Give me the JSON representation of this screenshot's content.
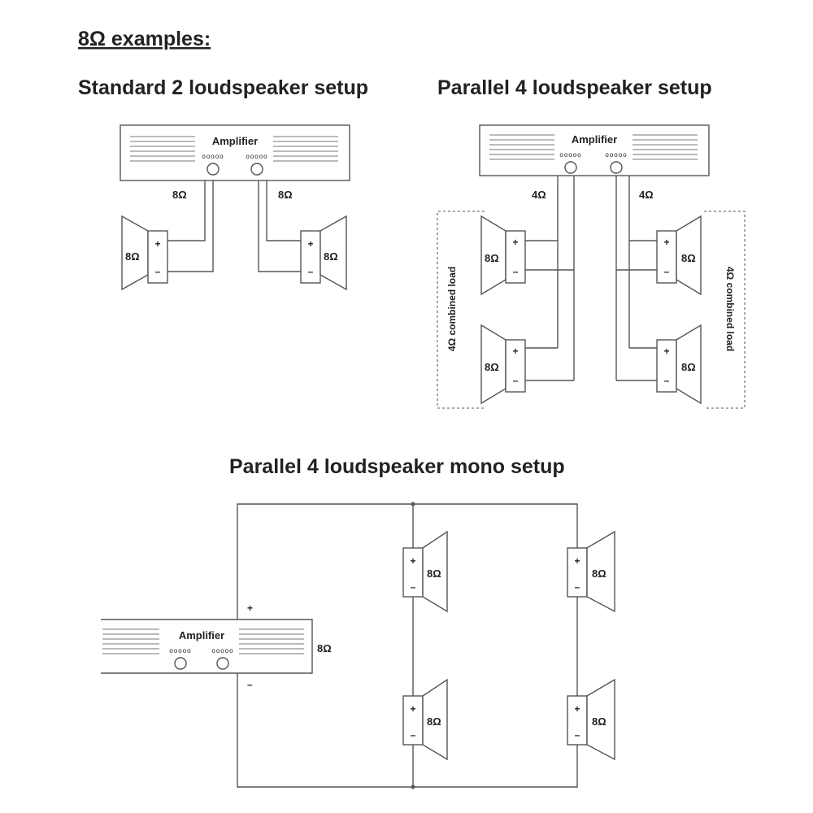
{
  "page_heading": "8Ω examples:",
  "amplifier_label": "Amplifier",
  "amplifier_dots": "ooooo",
  "standard_setup": {
    "title": "Standard 2 loudspeaker setup",
    "line_left_label": "8Ω",
    "line_right_label": "8Ω",
    "speaker_left_label": "8Ω",
    "speaker_right_label": "8Ω",
    "plus": "+",
    "minus": "–"
  },
  "parallel_setup": {
    "title": "Parallel 4 loudspeaker setup",
    "line_left_label": "4Ω",
    "line_right_label": "4Ω",
    "combined_load_label": "4Ω combined load",
    "speaker_label": "8Ω",
    "plus": "+",
    "minus": "–"
  },
  "mono_setup": {
    "title": "Parallel 4 loudspeaker mono setup",
    "amp_output_label": "8Ω",
    "plus": "+",
    "minus": "–",
    "speaker_label": "8Ω"
  }
}
